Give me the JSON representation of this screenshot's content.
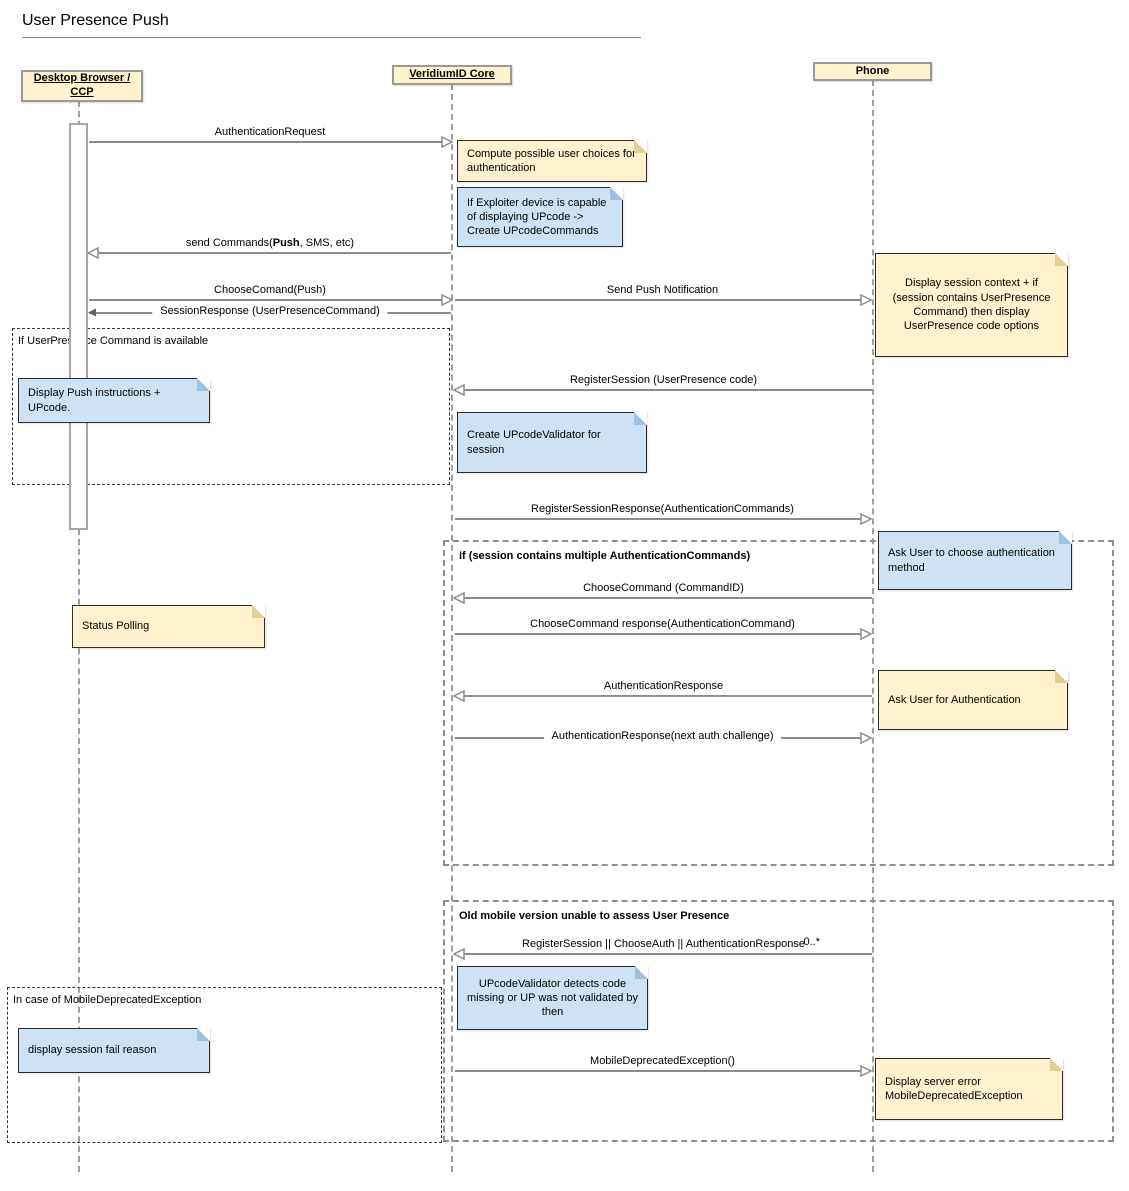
{
  "diagram": {
    "title": "User Presence Push",
    "actors": [
      {
        "label": "Desktop Browser / CCP"
      },
      {
        "label": "VeridiumID Core"
      },
      {
        "label": "Phone"
      }
    ],
    "messages": [
      {
        "label": "AuthenticationRequest"
      },
      {
        "pre": "send Commands(",
        "bold": "Push",
        "post": ", SMS, etc)"
      },
      {
        "label": "ChooseComand(Push)"
      },
      {
        "label": "Send Push Notification"
      },
      {
        "label": "SessionResponse (UserPresenceCommand)"
      },
      {
        "label": "RegisterSession (UserPresence code)"
      },
      {
        "label": "RegisterSessionResponse(AuthenticationCommands)"
      },
      {
        "label": "ChooseCommand (CommandID)"
      },
      {
        "label": "ChooseCommand response(AuthenticationCommand)"
      },
      {
        "label": "AuthenticationResponse"
      },
      {
        "label": "AuthenticationResponse(next auth challenge)"
      },
      {
        "label": "RegisterSession || ChooseAuth || AuthenticationResponse",
        "multiplicity": "0..*"
      },
      {
        "label": "MobileDeprecatedException()"
      }
    ],
    "notes": [
      {
        "text": "Compute possible user choices for authentication",
        "color": "yellow"
      },
      {
        "text": "If Exploiter device is capable of displaying UPcode -> Create UPcodeCommands",
        "color": "blue"
      },
      {
        "text": "Display session context + if (session contains UserPresence Command) then display UserPresence code options",
        "color": "yellow"
      },
      {
        "text": "Display Push instructions + UPcode.",
        "color": "blue"
      },
      {
        "text": "Create UPcodeValidator for session",
        "color": "blue"
      },
      {
        "text": "Ask User to choose authentication method",
        "color": "blue"
      },
      {
        "text": "Status Polling",
        "color": "yellow"
      },
      {
        "text": "Ask User for Authentication",
        "color": "yellow"
      },
      {
        "text": "UPcodeValidator detects code missing or UP was not validated by then",
        "color": "blue"
      },
      {
        "text": "display session fail reason",
        "color": "blue"
      },
      {
        "text": "Display server error MobileDeprecatedException",
        "color": "yellow"
      }
    ],
    "fragments": [
      {
        "label": "If UserPresence Command is available"
      },
      {
        "label": "If (session contains multiple AuthenticationCommands)"
      },
      {
        "label": "Old mobile version unable to assess User Presence"
      },
      {
        "label": "In case of MobileDeprecatedException"
      }
    ],
    "colors": {
      "note_yellow": "#fff2cc",
      "note_blue": "#cfe2f3",
      "actor_fill": "#fff2cc",
      "border_gray": "#999999",
      "arrow": "#8c8c8c"
    }
  }
}
